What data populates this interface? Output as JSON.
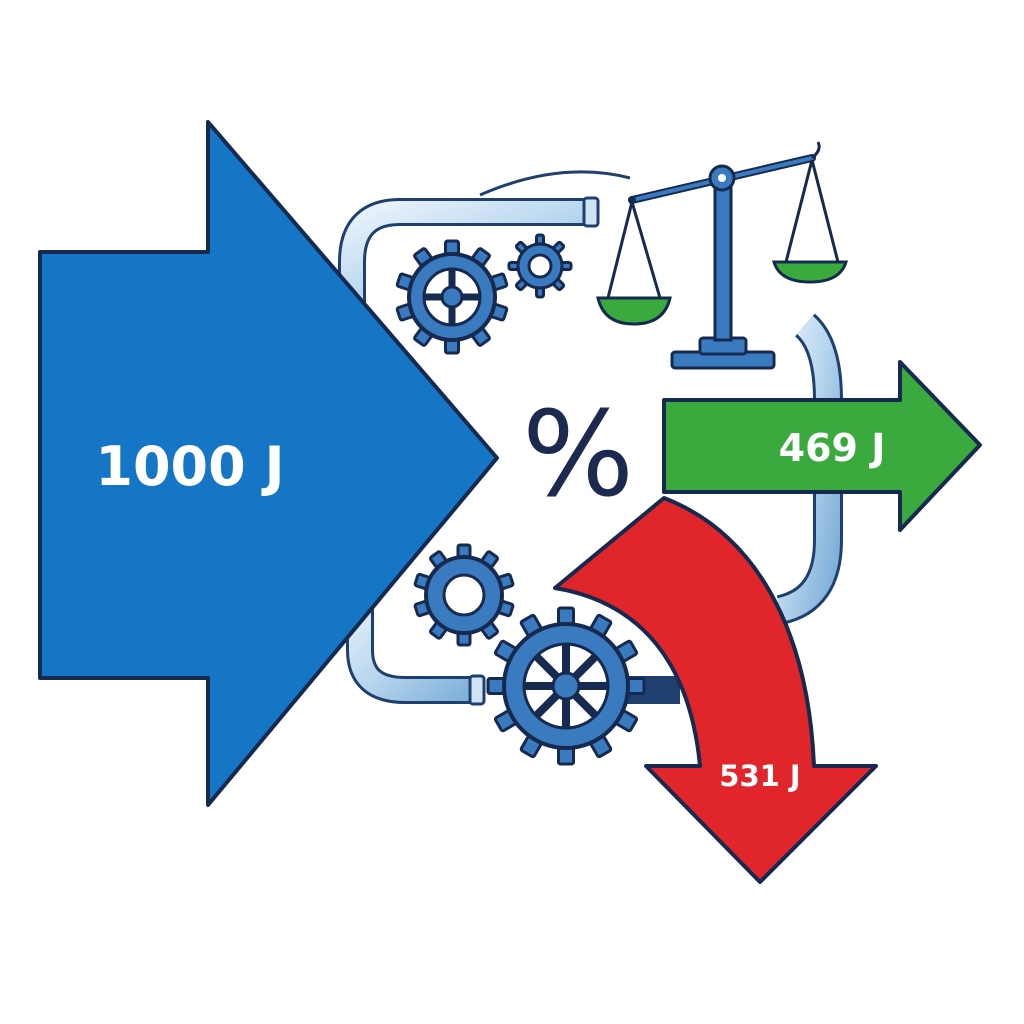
{
  "diagram": {
    "input_energy": "1000 J",
    "useful_energy": "469 J",
    "wasted_energy": "531 J",
    "efficiency_symbol": "%"
  },
  "icons": [
    "gear-icon",
    "balance-scale-icon",
    "pipe-icon"
  ],
  "colors": {
    "input_arrow": "#1576c5",
    "useful_arrow": "#3aaa3e",
    "wasted_arrow": "#e0262a",
    "gears": "#2f6fb3",
    "outline": "#16294f",
    "scale_pans": "#3aaa3e"
  }
}
